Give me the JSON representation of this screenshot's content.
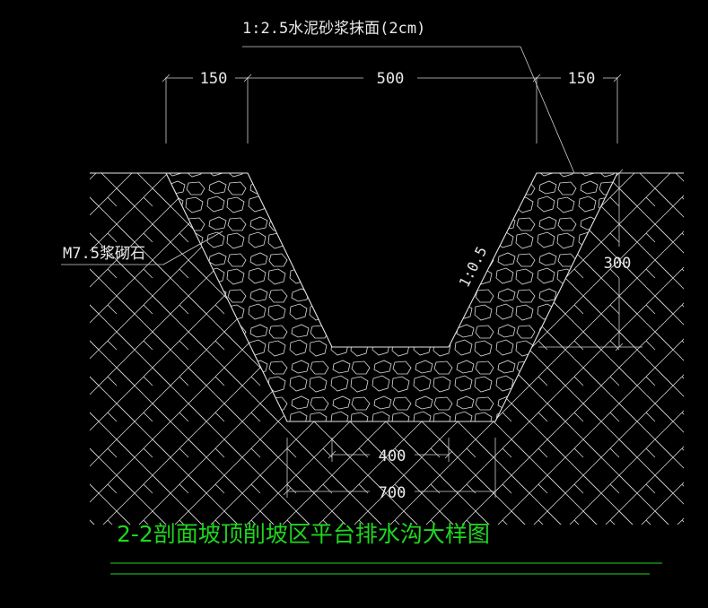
{
  "labels": {
    "surface_finish": "1:2.5水泥砂浆抹面(2cm)",
    "masonry": "M7.5浆砌石",
    "slope": "1:0.5"
  },
  "dimensions": {
    "left_top": "150",
    "top_opening": "500",
    "right_top": "150",
    "depth": "300",
    "inner_bottom": "400",
    "outer_bottom": "700"
  },
  "title": "2-2剖面坡顶削坡区平台排水沟大样图",
  "colors": {
    "background": "#000000",
    "lines": "#e6e6e6",
    "title": "#1fd61f"
  }
}
